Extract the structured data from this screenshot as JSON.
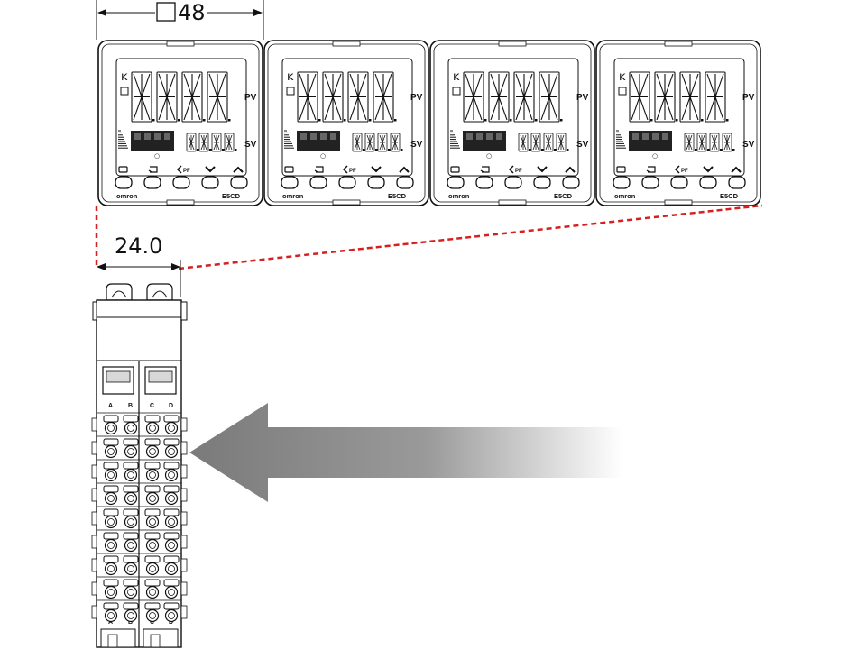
{
  "dimensions": {
    "top_width": "48",
    "unit_width": "24.0"
  },
  "controller": {
    "pv_label": "PV",
    "sv_label": "SV",
    "brand": "omron",
    "model": "E5CD",
    "count": 4
  },
  "terminal_unit": {
    "column_letters": [
      "A",
      "B",
      "C",
      "D"
    ],
    "terminal_rows": 9
  },
  "colors": {
    "outline": "#111111",
    "zoom_line": "#d62020",
    "arrow_dark": "#7a7a7a",
    "arrow_light": "#ffffff"
  },
  "icons": [
    "square-symbol-icon",
    "arrow-left-icon"
  ]
}
